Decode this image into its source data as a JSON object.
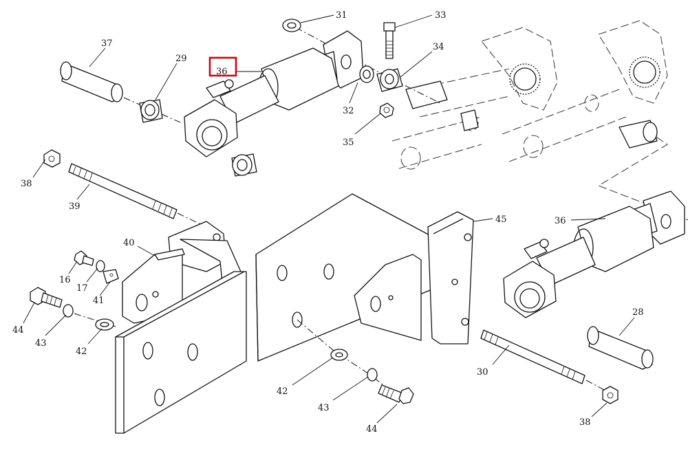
{
  "diagram": {
    "highlight_label": "36",
    "highlight_color": "#d0021b",
    "line_color": "#111111",
    "labels": {
      "l31": "31",
      "l33": "33",
      "l37": "37",
      "l29": "29",
      "l36a": "36",
      "l34": "34",
      "l32": "32",
      "l35": "35",
      "l38a": "38",
      "l39": "39",
      "l40": "40",
      "l16": "16",
      "l17": "17",
      "l41": "41",
      "l44a": "44",
      "l43a": "43",
      "l42a": "42",
      "l45": "45",
      "l36b": "36",
      "l28": "28",
      "l30": "30",
      "l42b": "42",
      "l43b": "43",
      "l44b": "44",
      "l38b": "38"
    }
  }
}
